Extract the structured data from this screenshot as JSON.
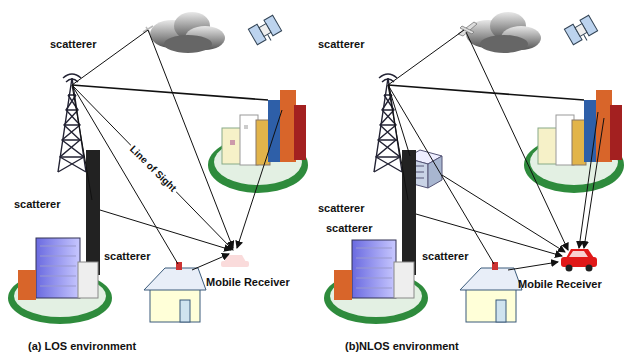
{
  "diagram": {
    "labels": [
      "scatterer",
      "scatterer",
      "Line of Sight",
      "scatterer",
      "scatterer",
      "scatterer",
      "scatterer",
      "scatterer",
      "Mobile Receiver",
      "Mobile Receiver",
      "(a) LOS environment",
      "(b)NLOS environment"
    ]
  }
}
